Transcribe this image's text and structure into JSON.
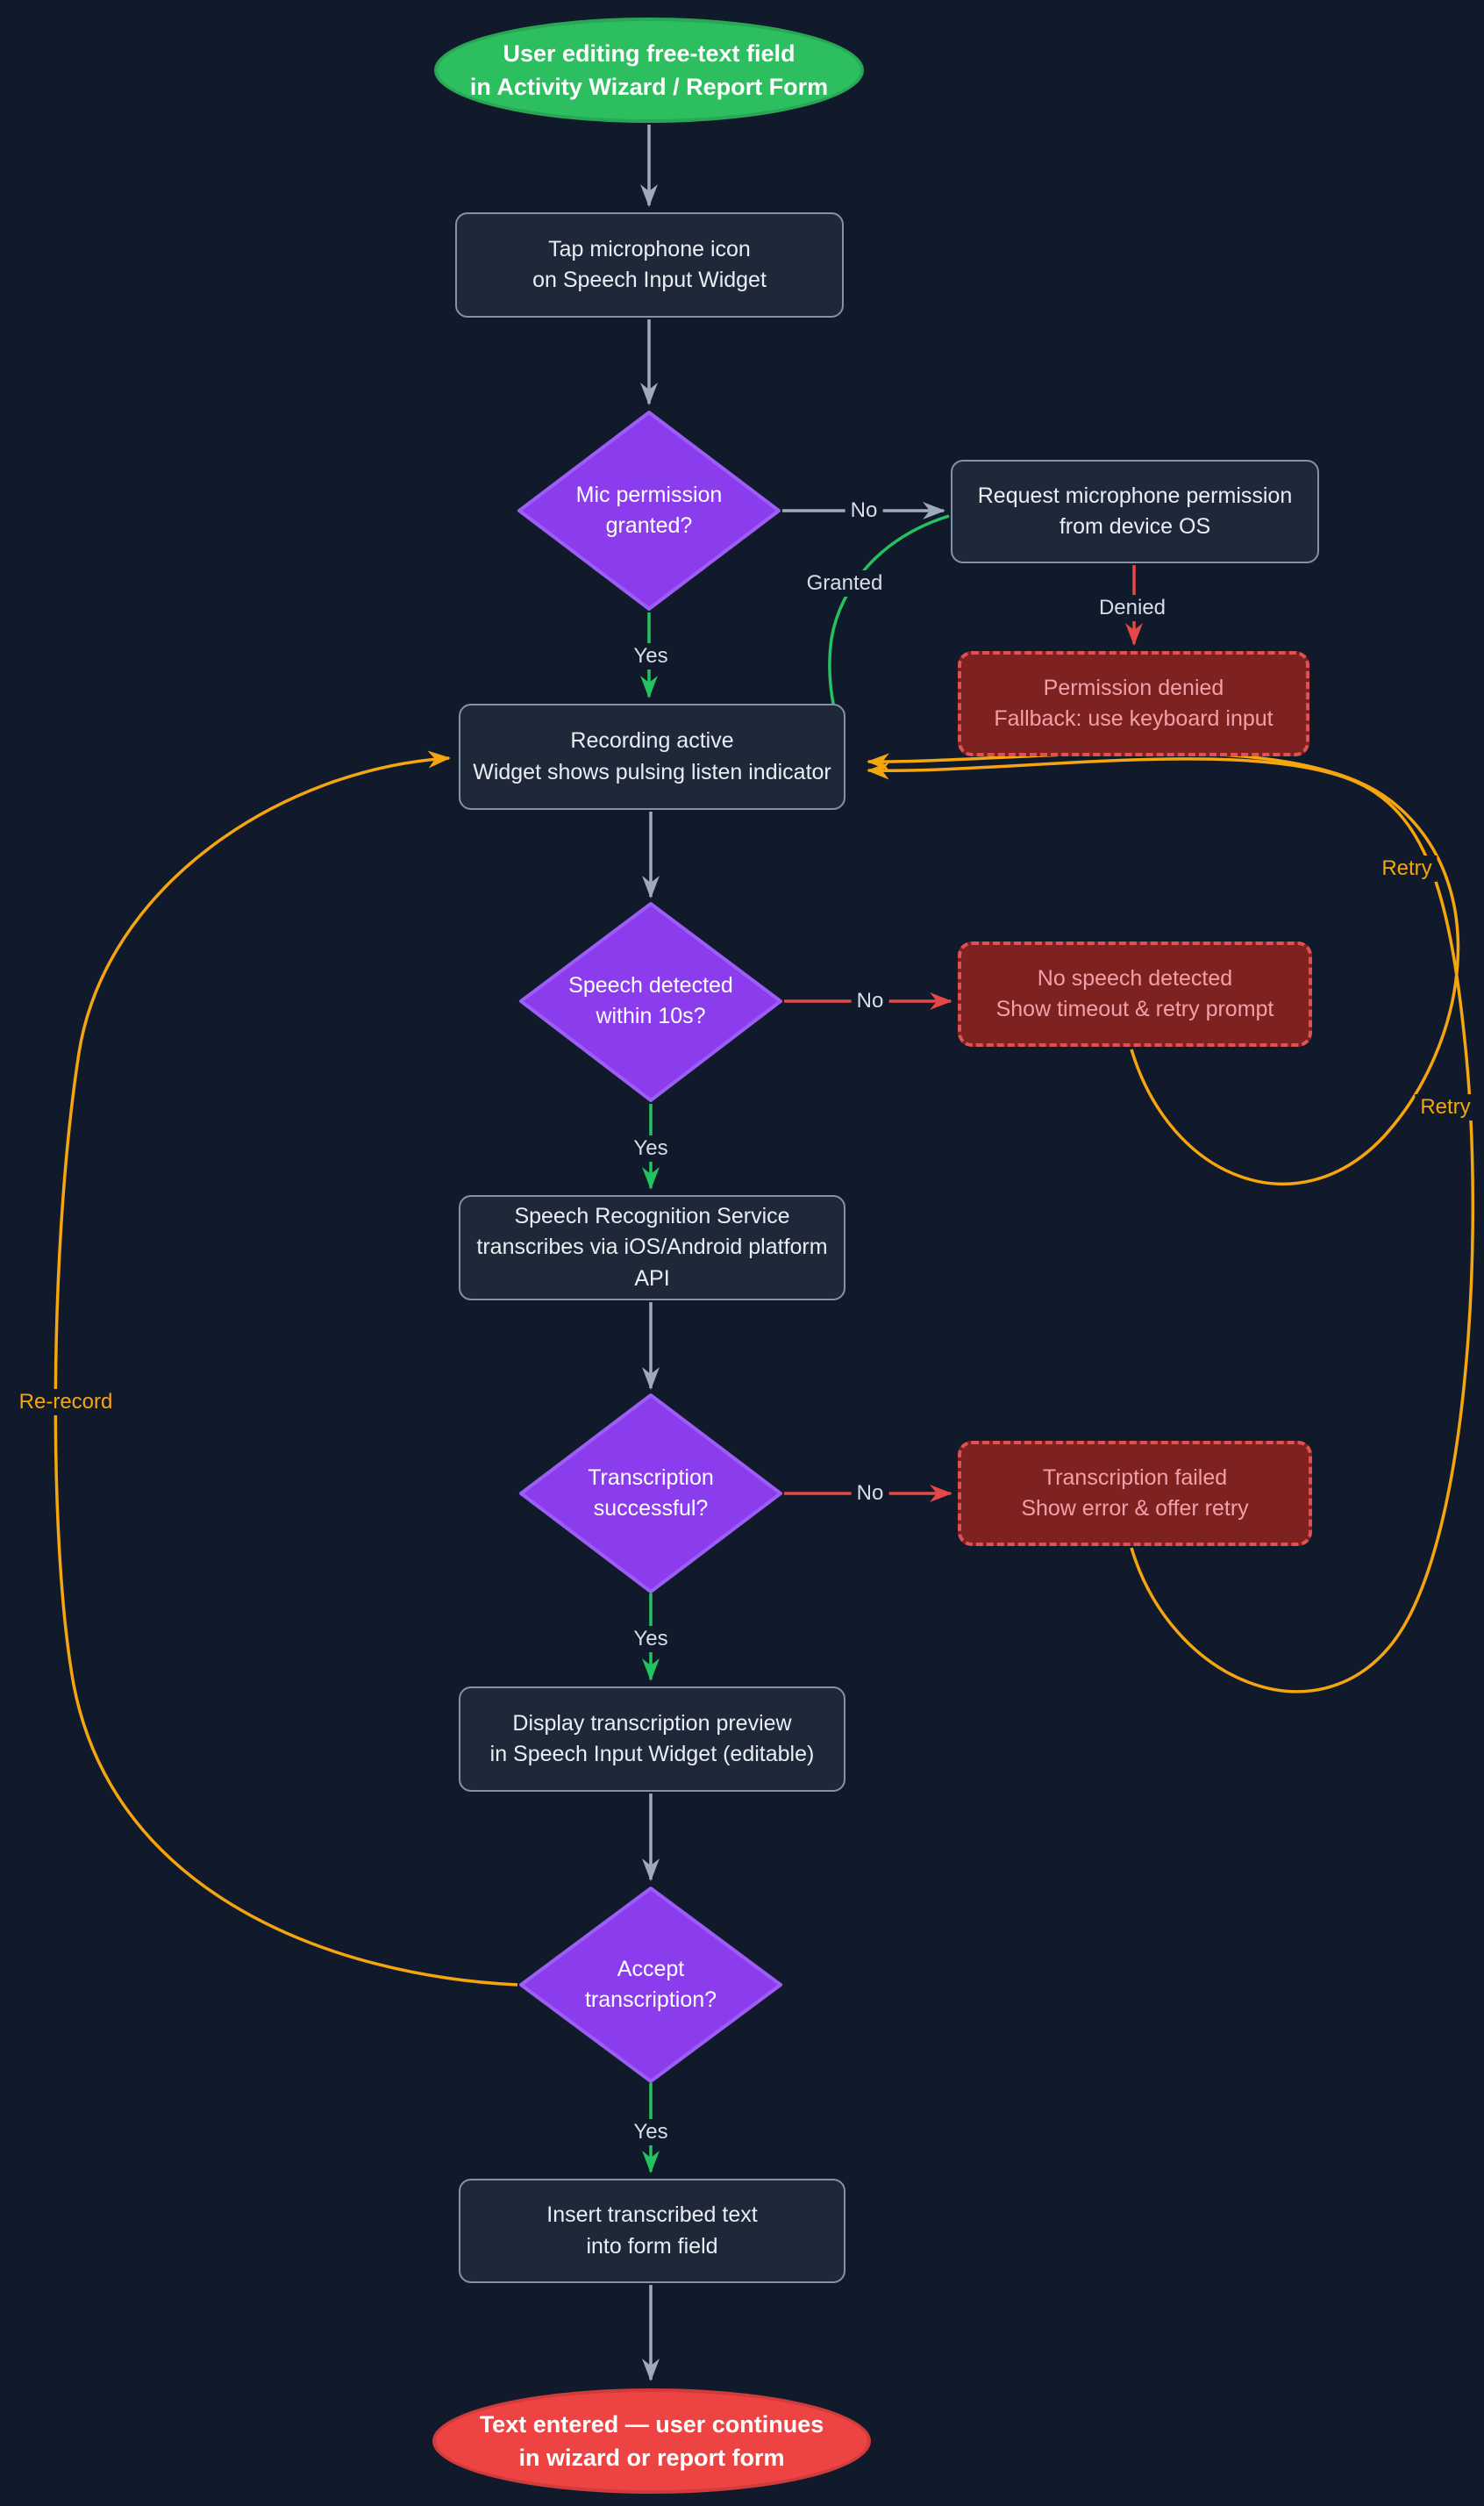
{
  "flowchart": {
    "nodes": {
      "start": {
        "type": "terminator",
        "line1": "User editing free-text field",
        "line2": "in Activity Wizard / Report Form"
      },
      "tap_mic": {
        "type": "process",
        "line1": "Tap microphone icon",
        "line2": "on Speech Input Widget"
      },
      "mic_permission": {
        "type": "decision",
        "line1": "Mic permission",
        "line2": "granted?"
      },
      "request_permission": {
        "type": "process",
        "line1": "Request microphone permission",
        "line2": "from device OS"
      },
      "permission_denied": {
        "type": "error",
        "line1": "Permission denied",
        "line2": "Fallback: use keyboard input"
      },
      "recording_active": {
        "type": "process",
        "line1": "Recording active",
        "line2": "Widget shows pulsing listen indicator"
      },
      "speech_detected": {
        "type": "decision",
        "line1": "Speech detected",
        "line2": "within 10s?"
      },
      "no_speech": {
        "type": "error",
        "line1": "No speech detected",
        "line2": "Show timeout & retry prompt"
      },
      "recognition_service": {
        "type": "process",
        "line1": "Speech Recognition Service",
        "line2": "transcribes via iOS/Android platform API"
      },
      "transcription_ok": {
        "type": "decision",
        "line1": "Transcription",
        "line2": "successful?"
      },
      "transcription_failed": {
        "type": "error",
        "line1": "Transcription failed",
        "line2": "Show error & offer retry"
      },
      "preview": {
        "type": "process",
        "line1": "Display transcription preview",
        "line2": "in Speech Input Widget (editable)"
      },
      "accept": {
        "type": "decision",
        "line1": "Accept",
        "line2": "transcription?"
      },
      "insert_text": {
        "type": "process",
        "line1": "Insert transcribed text",
        "line2": "into form field"
      },
      "end": {
        "type": "terminator",
        "line1": "Text entered — user continues",
        "line2": "in wizard or report form"
      }
    },
    "edge_labels": {
      "no1": "No",
      "granted": "Granted",
      "denied": "Denied",
      "yes1": "Yes",
      "retry1": "Retry",
      "no2": "No",
      "retry2": "Retry",
      "yes2": "Yes",
      "rerecord": "Re-record",
      "no3": "No",
      "yes3": "Yes",
      "yes4": "Yes"
    },
    "colors": {
      "background": "#111a2b",
      "process_fill": "#1e2838",
      "process_border": "#8293a7",
      "decision_fill": "#8b3dee",
      "decision_border": "#9d5ef5",
      "start_fill": "#2dbe60",
      "end_fill": "#ee4343",
      "error_fill": "#7d2121",
      "error_border": "#e05151",
      "edge_gray": "#9fabbd",
      "edge_green": "#25c262",
      "edge_red": "#e64747",
      "edge_orange": "#f5a50f",
      "label_text": "#d8dee8"
    }
  }
}
